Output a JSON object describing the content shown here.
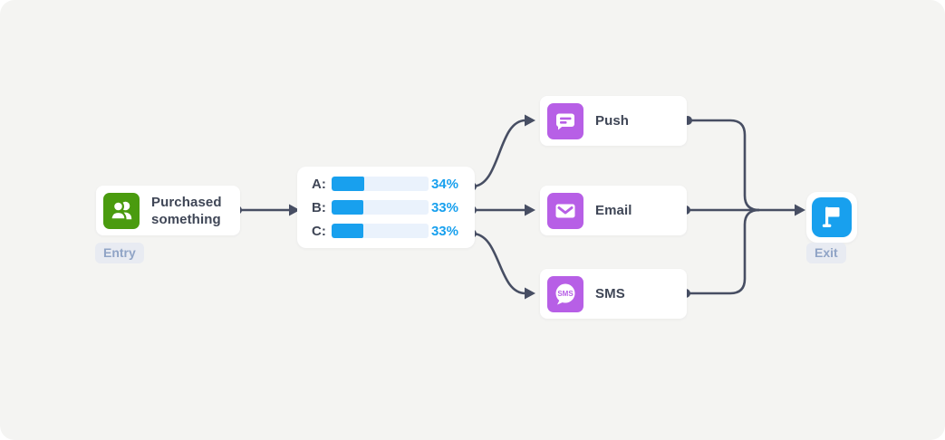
{
  "colors": {
    "canvas_bg": "#f4f4f2",
    "card_bg": "#ffffff",
    "text_dark": "#3f4656",
    "connector": "#474e63",
    "entry_green": "#4a9b0f",
    "channel_purple": "#b75fe6",
    "accent_blue": "#18a0ee",
    "bar_track": "#eaf2fc",
    "badge_bg": "#e8ebf2",
    "badge_text": "#90a4c6"
  },
  "entry": {
    "title": "Purchased something",
    "badge": "Entry"
  },
  "split": {
    "rows": [
      {
        "label": "A:",
        "percent": "34%",
        "value": 34
      },
      {
        "label": "B:",
        "percent": "33%",
        "value": 33
      },
      {
        "label": "C:",
        "percent": "33%",
        "value": 33
      }
    ]
  },
  "channels": [
    {
      "label": "Push"
    },
    {
      "label": "Email"
    },
    {
      "label": "SMS",
      "icon_text": "SMS"
    }
  ],
  "exit": {
    "badge": "Exit"
  }
}
